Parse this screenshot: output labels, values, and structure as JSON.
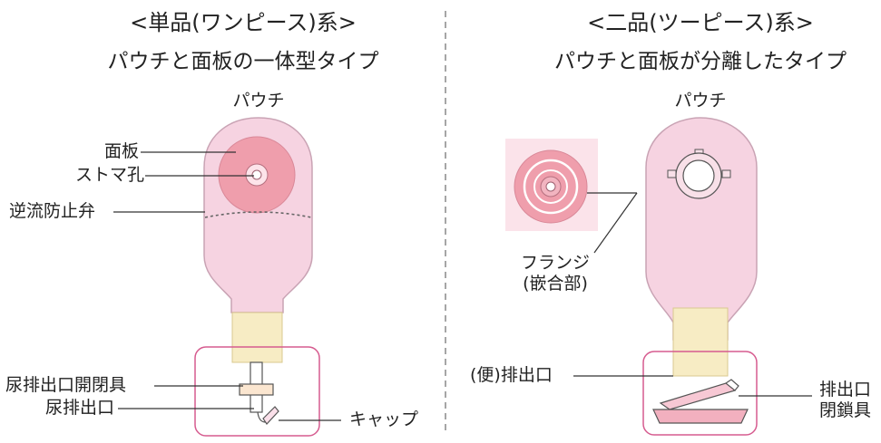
{
  "left": {
    "header": "<単品(ワンピース)系>",
    "subheader": "パウチと面板の一体型タイプ",
    "labels": {
      "pouch": "パウチ",
      "faceplate": "面板",
      "stoma_hole": "ストマ孔",
      "antireflux_valve": "逆流防止弁",
      "outlet_opener": "尿排出口開閉具",
      "urine_outlet": "尿排出口",
      "cap": "キャップ"
    }
  },
  "right": {
    "header": "<二品(ツーピース)系>",
    "subheader": "パウチと面板が分離したタイプ",
    "labels": {
      "pouch": "パウチ",
      "flange_line1": "フランジ",
      "flange_line2": "(嵌合部)",
      "stool_outlet": "(便)排出口",
      "closure_line1": "排出口",
      "closure_line2": "閉鎖具"
    }
  },
  "colors": {
    "pouch_fill": "#f6d3e1",
    "pouch_stroke": "#c9a3b4",
    "faceplate_fill": "#ef9eac",
    "neck_fill": "#f7ecc4",
    "highlight_box": "#d65b8f",
    "divider": "#888888"
  }
}
